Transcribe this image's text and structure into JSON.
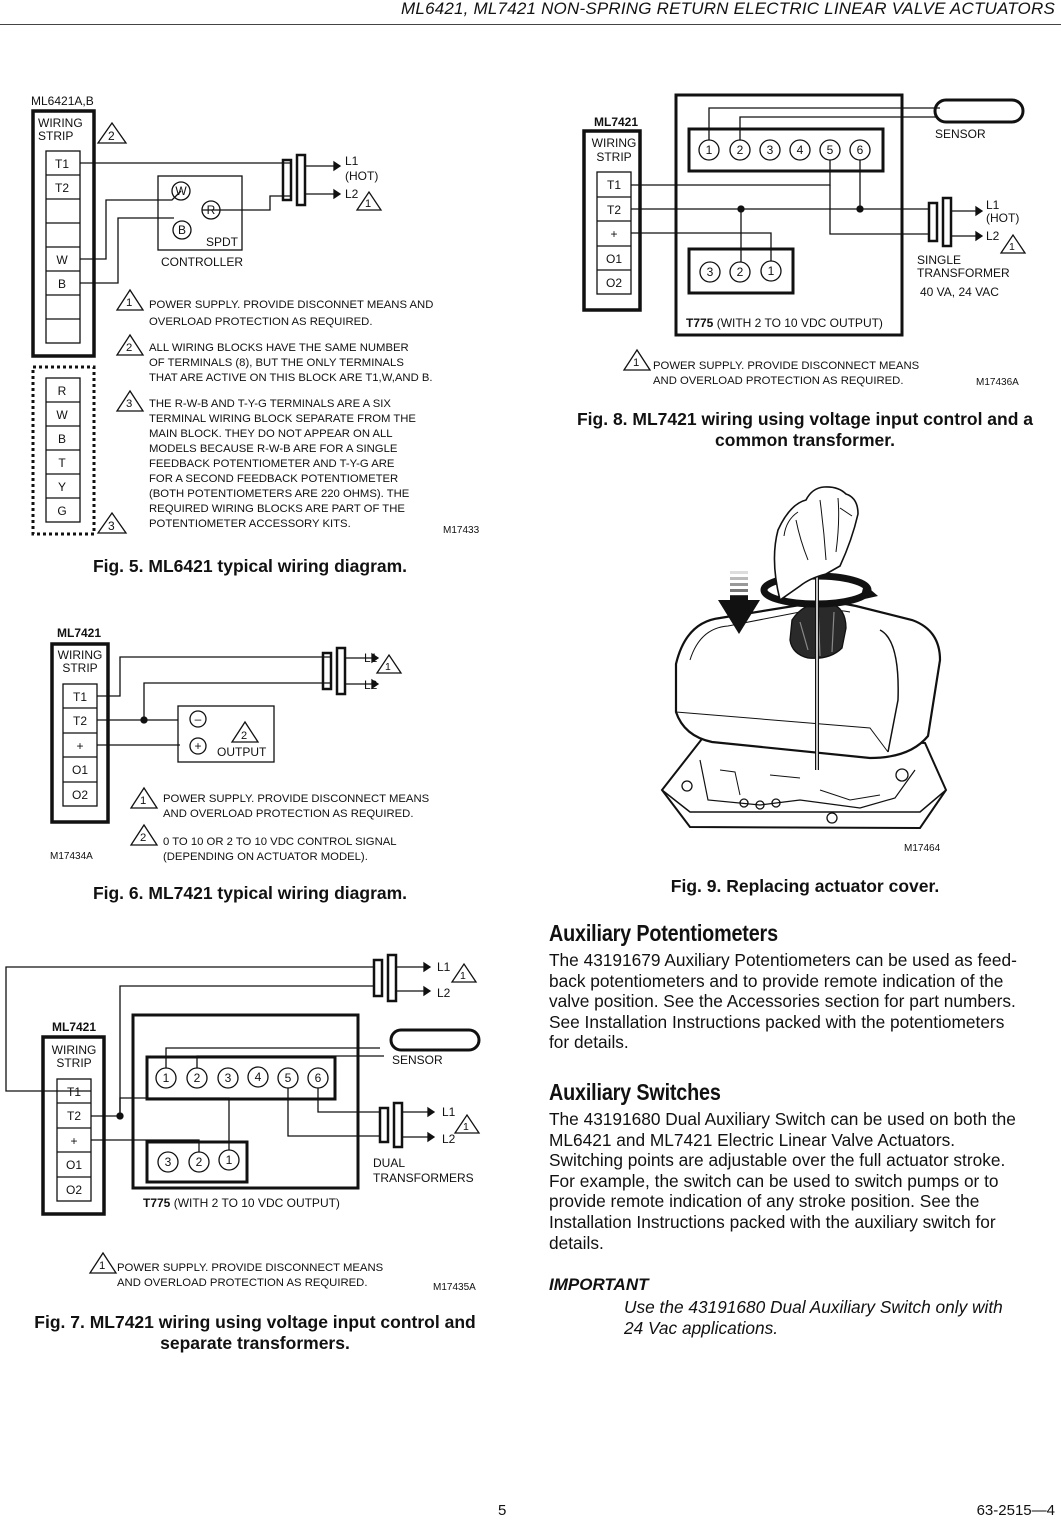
{
  "header": {
    "title": "ML6421, ML7421 NON-SPRING RETURN ELECTRIC LINEAR VALVE ACTUATORS"
  },
  "fig5": {
    "model": "ML6421A,B",
    "wiring_strip_line1": "WIRING",
    "wiring_strip_line2": "STRIP",
    "main_terminals": [
      "T1",
      "T2",
      "",
      "",
      "W",
      "B",
      "",
      ""
    ],
    "aux_terminals": [
      "R",
      "W",
      "B",
      "T",
      "Y",
      "G"
    ],
    "controller_w": "W",
    "controller_r": "R",
    "controller_b": "B",
    "spdt": "SPDT",
    "controller": "CONTROLLER",
    "l1": "L1",
    "hot": "(HOT)",
    "l2": "L2",
    "note_nums": [
      "1",
      "2",
      "3"
    ],
    "note1_lines": [
      "POWER SUPPLY. PROVIDE DISCONNET MEANS AND",
      "OVERLOAD PROTECTION AS REQUIRED."
    ],
    "note2_lines": [
      "ALL WIRING BLOCKS HAVE THE SAME NUMBER",
      "OF TERMINALS (8), BUT THE ONLY TERMINALS",
      "THAT ARE ACTIVE ON THIS BLOCK ARE T1,W,AND B."
    ],
    "note3_lines": [
      "THE R-W-B AND T-Y-G TERMINALS ARE A SIX",
      "TERMINAL WIRING BLOCK SEPARATE FROM THE",
      "MAIN BLOCK. THEY DO NOT APPEAR ON ALL",
      "MODELS BECAUSE R-W-B ARE FOR A SINGLE",
      "FEEDBACK POTENTIOMETER AND T-Y-G ARE",
      "FOR A SECOND FEEDBACK POTENTIOMETER",
      "(BOTH POTENTIOMETERS ARE 220 OHMS). THE",
      "REQUIRED WIRING BLOCKS ARE PART OF THE",
      "POTENTIOMETER ACCESSORY KITS."
    ],
    "code": "M17433",
    "caption": "Fig. 5. ML6421 typical wiring diagram."
  },
  "fig6": {
    "model": "ML7421",
    "wiring_strip_line1": "WIRING",
    "wiring_strip_line2": "STRIP",
    "terminals": [
      "T1",
      "T2",
      "+",
      "O1",
      "O2"
    ],
    "l1": "L1",
    "l2": "L2",
    "minus": "–",
    "plus": "+",
    "output": "OUTPUT",
    "note1_lines": [
      "POWER SUPPLY. PROVIDE DISCONNECT MEANS",
      "AND OVERLOAD PROTECTION AS REQUIRED."
    ],
    "note2_lines": [
      "0 TO 10 OR 2 TO 10 VDC CONTROL SIGNAL",
      "(DEPENDING ON ACTUATOR MODEL)."
    ],
    "code": "M17434A",
    "caption": "Fig. 6. ML7421 typical wiring diagram."
  },
  "fig7": {
    "model": "ML7421",
    "wiring_strip_line1": "WIRING",
    "wiring_strip_line2": "STRIP",
    "terminals": [
      "T1",
      "T2",
      "+",
      "O1",
      "O2"
    ],
    "l1": "L1",
    "l2": "L2",
    "top_row": [
      "1",
      "2",
      "3",
      "4",
      "5",
      "6"
    ],
    "bottom_row": [
      "3",
      "2",
      "1"
    ],
    "sensor": "SENSOR",
    "dual": "DUAL",
    "transformers": "TRANSFORMERS",
    "t775_bold": "T775",
    "t775_rest": " (WITH 2 TO  10 VDC OUTPUT)",
    "note1_lines": [
      "POWER SUPPLY.  PROVIDE DISCONNECT MEANS",
      "AND OVERLOAD PROTECTION AS REQUIRED."
    ],
    "code": "M17435A",
    "caption_lines": [
      "Fig. 7. ML7421 wiring using voltage input control and",
      "separate transformers."
    ]
  },
  "fig8": {
    "model": "ML7421",
    "wiring_strip_line1": "WIRING",
    "wiring_strip_line2": "STRIP",
    "terminals": [
      "T1",
      "T2",
      "+",
      "O1",
      "O2"
    ],
    "top_row": [
      "1",
      "2",
      "3",
      "4",
      "5",
      "6"
    ],
    "bottom_row": [
      "3",
      "2",
      "1"
    ],
    "sensor": "SENSOR",
    "l1": "L1",
    "hot": "(HOT)",
    "l2": "L2",
    "single": "SINGLE",
    "transformer": "TRANSFORMER",
    "rating": "40 VA, 24 VAC",
    "t775_bold": "T775",
    "t775_rest": " (WITH 2 TO 10 VDC OUTPUT)",
    "note1_lines": [
      "POWER SUPPLY.  PROVIDE DISCONNECT MEANS",
      "AND OVERLOAD PROTECTION AS REQUIRED."
    ],
    "code": "M17436A",
    "caption_lines": [
      "Fig. 8. ML7421 wiring using voltage input control and a",
      "common transformer."
    ]
  },
  "fig9": {
    "code": "M17464",
    "caption": "Fig. 9. Replacing actuator cover."
  },
  "aux_pot": {
    "title": "Auxiliary Potentiometers",
    "lines": [
      "The 43191679 Auxiliary Potentiometers can be used as feed-",
      "back potentiometers and to provide remote indication of the",
      "valve position. See the Accessories section for part numbers.",
      "See Installation Instructions packed with the potentiometers",
      "for details."
    ]
  },
  "aux_switch": {
    "title": "Auxiliary Switches",
    "lines": [
      "The 43191680 Dual Auxiliary Switch can be used on both the",
      "ML6421 and ML7421 Electric Linear Valve Actuators.",
      "Switching points are adjustable over the full actuator stroke.",
      "For example, the switch can be used to switch pumps or to",
      "provide remote indication of any stroke position. See the",
      "Installation Instructions packed with the auxiliary switch for",
      "details."
    ]
  },
  "important": {
    "label": "IMPORTANT",
    "lines": [
      "Use the 43191680 Dual Auxiliary Switch only with",
      "24 Vac applications."
    ]
  },
  "footer": {
    "page": "5",
    "doc": "63-2515—4"
  }
}
